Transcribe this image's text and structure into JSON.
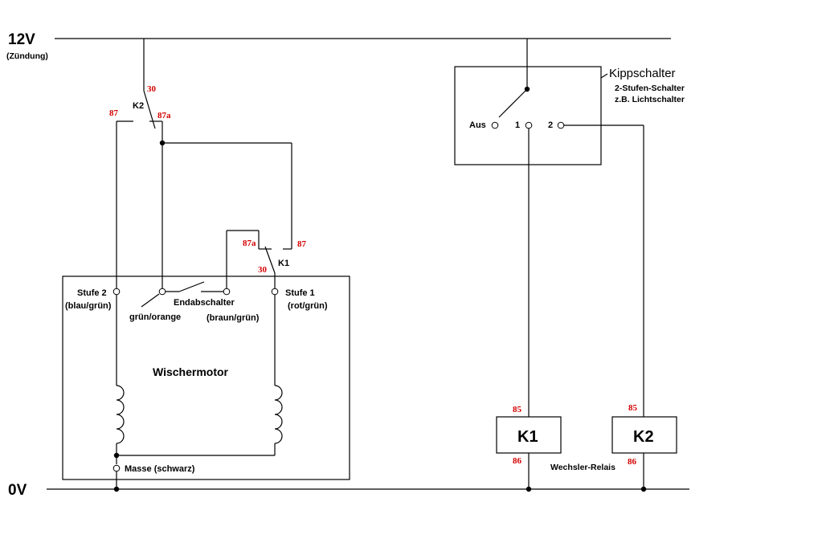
{
  "rails": {
    "top_label": "12V",
    "top_sublabel": "(Zündung)",
    "bottom_label": "0V"
  },
  "relay_k2_contact": {
    "name": "K2",
    "pin_common": "30",
    "pin_no": "87",
    "pin_nc": "87a"
  },
  "relay_k1_contact": {
    "name": "K1",
    "pin_common": "30",
    "pin_no": "87",
    "pin_nc": "87a"
  },
  "motor": {
    "title": "Wischermotor",
    "stufe2_label": "Stufe 2",
    "stufe2_color": "(blau/grün)",
    "stufe1_label": "Stufe 1",
    "stufe1_color": "(rot/grün)",
    "limit_switch_label": "Endabschalter",
    "limit_switch_wire1": "grün/orange",
    "limit_switch_wire2": "(braun/grün)",
    "ground_label": "Masse (schwarz)"
  },
  "toggle_switch": {
    "title": "Kippschalter",
    "subtitle1": "2-Stufen-Schalter",
    "subtitle2": "z.B. Lichtschalter",
    "pos_off": "Aus",
    "pos_1": "1",
    "pos_2": "2"
  },
  "relays": [
    {
      "name": "K1",
      "pin_in": "85",
      "pin_out": "86"
    },
    {
      "name": "K2",
      "pin_in": "85",
      "pin_out": "86"
    }
  ],
  "relay_type_label": "Wechsler-Relais",
  "colors": {
    "pin_number": "#d40000",
    "wire": "#000000"
  }
}
